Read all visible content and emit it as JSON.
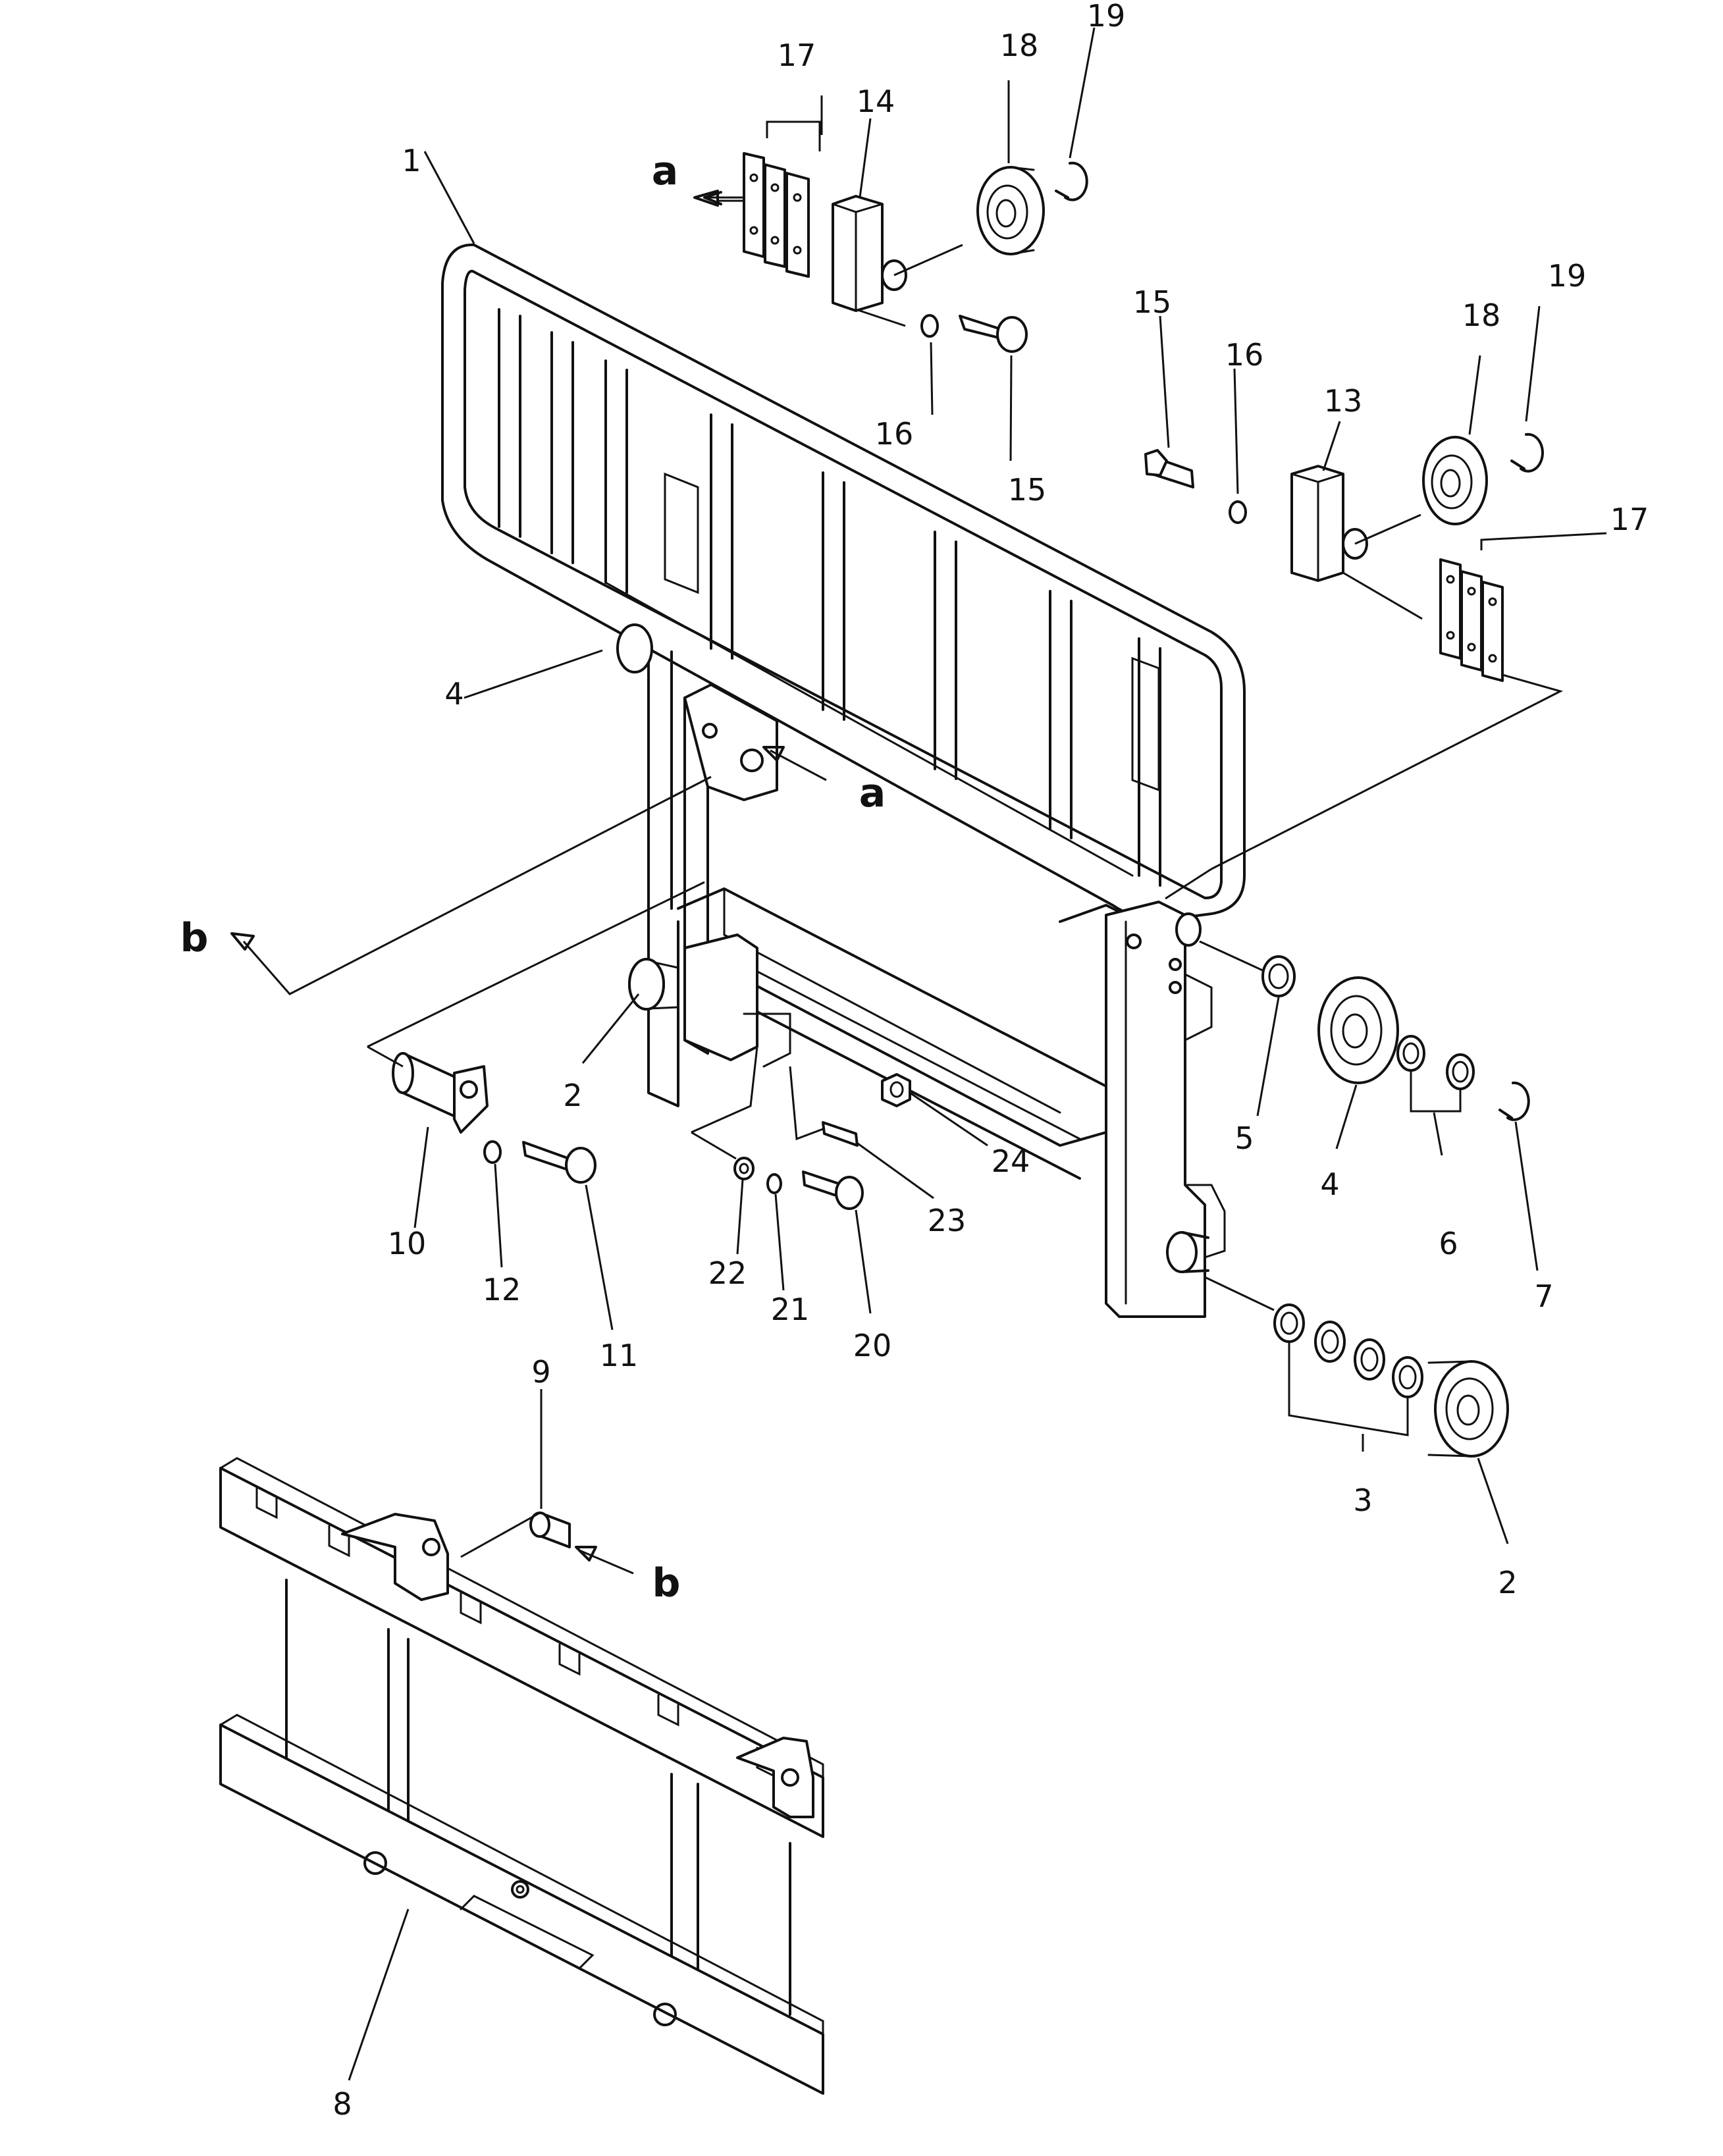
{
  "callouts": {
    "c1": "1",
    "c2a": "2",
    "c2b": "2",
    "c3": "3",
    "c4a": "4",
    "c4b": "4",
    "c5": "5",
    "c6": "6",
    "c7": "7",
    "c8": "8",
    "c9": "9",
    "c10": "10",
    "c11": "11",
    "c12": "12",
    "c13": "13",
    "c14": "14",
    "c15a": "15",
    "c15b": "15",
    "c16a": "16",
    "c16b": "16",
    "c17a": "17",
    "c17b": "17",
    "c18a": "18",
    "c18b": "18",
    "c19a": "19",
    "c19b": "19",
    "c20": "20",
    "c21": "21",
    "c22": "22",
    "c23": "23",
    "c24": "24"
  },
  "refs": {
    "a_top": "a",
    "a_mid": "a",
    "b_left": "b",
    "b_low": "b"
  }
}
